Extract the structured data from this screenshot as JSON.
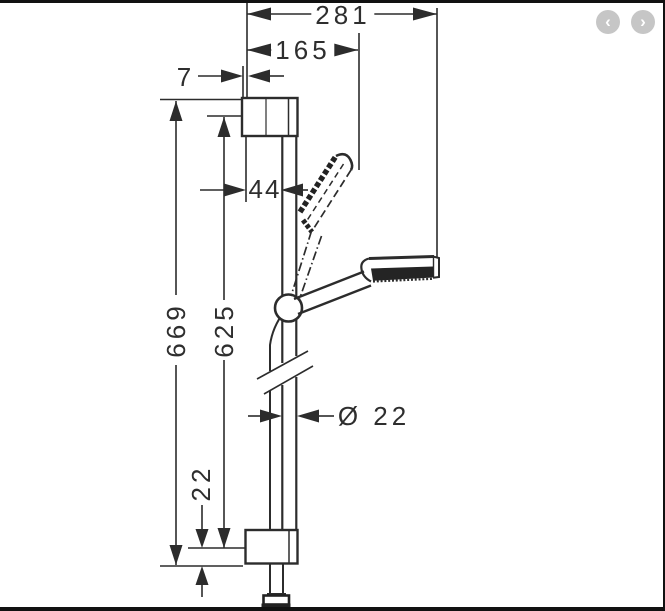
{
  "canvas": {
    "background": "#ffffff",
    "line_color": "#2c2c2c",
    "frame_color": "#111111"
  },
  "nav": {
    "prev_icon": "‹",
    "next_icon": "›",
    "button_color": "#c6c6c6",
    "icon_color": "#ffffff"
  },
  "drawing": {
    "dims": {
      "overall_width": "281",
      "handshower_reach": "165",
      "bracket_offset": "7",
      "bar_offset": "44",
      "overall_height": "669",
      "hole_distance": "625",
      "bar_diameter": "Ø 22",
      "bottom_offset": "22"
    }
  }
}
